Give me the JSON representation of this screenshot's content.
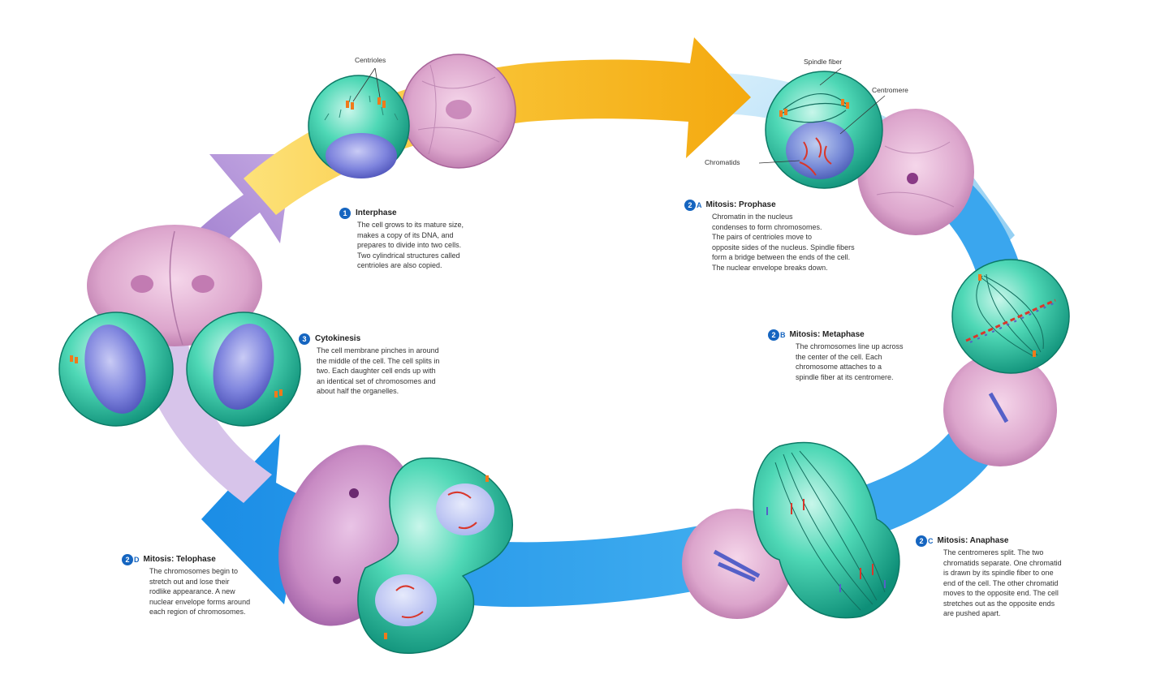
{
  "labels": {
    "centrioles": "Centrioles",
    "spindle_fiber": "Spindle fiber",
    "centromere": "Centromere",
    "chromatids": "Chromatids"
  },
  "stages": [
    {
      "num": "1",
      "sub": "",
      "title": "Interphase",
      "text": "The cell grows to its mature size,\nmakes a copy of its DNA, and\nprepares to divide into two cells.\nTwo cylindrical structures called\ncentrioles are also copied."
    },
    {
      "num": "2",
      "sub": "A",
      "title": "Mitosis: Prophase",
      "text": "Chromatin in the nucleus\ncondenses to form chromosomes.\nThe pairs of centrioles move to\nopposite sides of the nucleus. Spindle fibers\nform a bridge between the ends of the cell.\nThe nuclear envelope breaks down."
    },
    {
      "num": "2",
      "sub": "B",
      "title": "Mitosis: Metaphase",
      "text": "The chromosomes line up across\nthe center of the cell. Each\nchromosome attaches to a\nspindle fiber at its centromere."
    },
    {
      "num": "2",
      "sub": "C",
      "title": "Mitosis: Anaphase",
      "text": "The centromeres split. The two\nchromatids separate. One chromatid\nis drawn by its spindle fiber to one\nend of the cell. The other chromatid\nmoves to the opposite end. The cell\nstretches out as the opposite ends\nare pushed apart."
    },
    {
      "num": "2",
      "sub": "D",
      "title": "Mitosis: Telophase",
      "text": "The chromosomes begin to\nstretch out and lose their\nrodlike appearance. A new\nnuclear envelope forms around\neach region of chromosomes."
    },
    {
      "num": "3",
      "sub": "",
      "title": "Cytokinesis",
      "text": "The cell membrane pinches in around\nthe middle of the cell. The cell splits in\ntwo. Each daughter cell ends up with\nan identical set of chromosomes and\nabout half the organelles."
    }
  ],
  "colors": {
    "arrow_yellow": "#f6b41c",
    "arrow_blue": "#2196e8",
    "arrow_light_blue": "#9fd4f3",
    "arrow_purple": "#b79ad8",
    "cell_teal": "#2fcaa6",
    "nucleus_blue": "#6f74d8",
    "micrograph_pink": "#d79ac6",
    "badge_blue": "#1565c0"
  }
}
